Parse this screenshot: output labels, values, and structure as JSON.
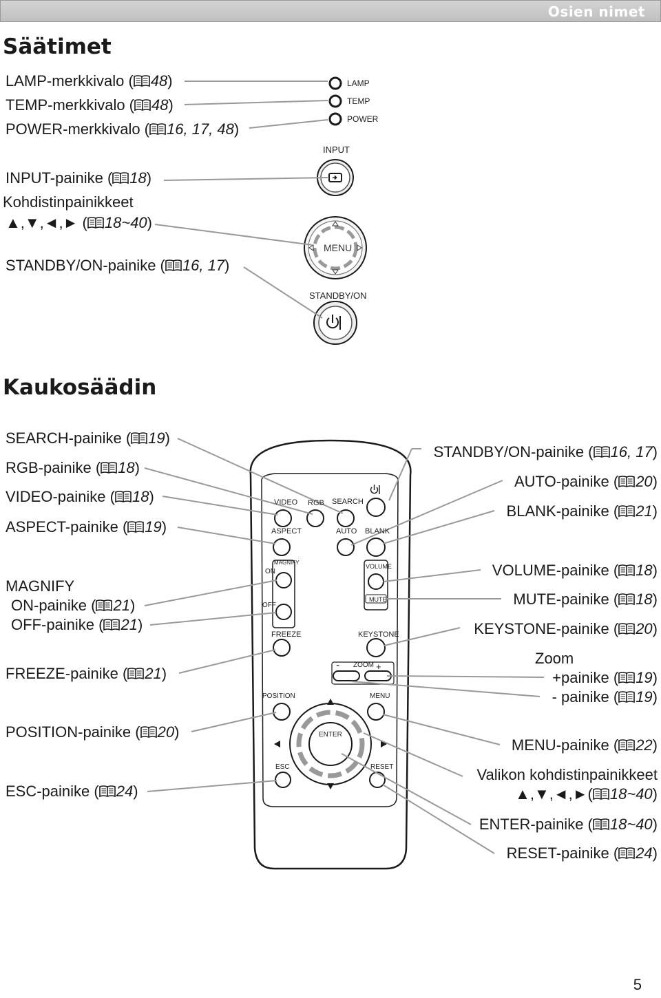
{
  "header": {
    "section": "Osien nimet"
  },
  "controls": {
    "title": "Säätimet",
    "labels": {
      "lamp": {
        "text": "LAMP-merkkivalo (",
        "ref": "48",
        "end": ")"
      },
      "temp": {
        "text": "TEMP-merkkivalo (",
        "ref": "48",
        "end": ")"
      },
      "power": {
        "text": "POWER-merkkivalo (",
        "ref": "16, 17, 48",
        "end": ")"
      },
      "input": {
        "text": "INPUT-painike (",
        "ref": "18",
        "end": ")"
      },
      "cursor_title": "Kohdistinpainikkeet",
      "cursor": {
        "text": "▲,▼,◄,► (",
        "ref": "18~40",
        "end": ")"
      },
      "standby": {
        "text": "STANDBY/ON-painike (",
        "ref": "16, 17",
        "end": ")"
      }
    },
    "panel": {
      "lamp": "LAMP",
      "temp": "TEMP",
      "power": "POWER",
      "input": "INPUT",
      "menu": "MENU",
      "standby": "STANDBY/ON"
    }
  },
  "remote": {
    "title": "Kaukosäädin",
    "left": {
      "search": {
        "text": "SEARCH-painike (",
        "ref": "19",
        "end": ")"
      },
      "rgb": {
        "text": "RGB-painike (",
        "ref": "18",
        "end": ")"
      },
      "video": {
        "text": "VIDEO-painike (",
        "ref": "18",
        "end": ")"
      },
      "aspect": {
        "text": "ASPECT-painike (",
        "ref": "19",
        "end": ")"
      },
      "magnify": "MAGNIFY",
      "on": {
        "text": "ON-painike (",
        "ref": "21",
        "end": ")"
      },
      "off": {
        "text": "OFF-painike (",
        "ref": "21",
        "end": ")"
      },
      "freeze": {
        "text": "FREEZE-painike (",
        "ref": "21",
        "end": ")"
      },
      "position": {
        "text": "POSITION-painike (",
        "ref": "20",
        "end": ")"
      },
      "esc": {
        "text": "ESC-painike (",
        "ref": "24",
        "end": ")"
      }
    },
    "right": {
      "standby": {
        "text": "STANDBY/ON-painike (",
        "ref": "16, 17",
        "end": ")"
      },
      "auto": {
        "text": "AUTO-painike (",
        "ref": "20",
        "end": ")"
      },
      "blank": {
        "text": "BLANK-painike (",
        "ref": "21",
        "end": ")"
      },
      "volume": {
        "text": "VOLUME-painike (",
        "ref": "18",
        "end": ")"
      },
      "mute": {
        "text": "MUTE-painike (",
        "ref": "18",
        "end": ")"
      },
      "keystone": {
        "text": "KEYSTONE-painike (",
        "ref": "20",
        "end": ")"
      },
      "zoom": "Zoom",
      "zoom_plus": {
        "text": "+painike (",
        "ref": "19",
        "end": ")"
      },
      "zoom_minus": {
        "text": "- painike (",
        "ref": "19",
        "end": ")"
      },
      "menu": {
        "text": "MENU-painike (",
        "ref": "22",
        "end": ")"
      },
      "valikon": "Valikon kohdistinpainikkeet",
      "valikon_cursor": {
        "text": "▲,▼,◄,►(",
        "ref": "18~40",
        "end": ")"
      },
      "enter": {
        "text": "ENTER-painike (",
        "ref": "18~40",
        "end": ")"
      },
      "reset": {
        "text": "RESET-painike (",
        "ref": "24",
        "end": ")"
      }
    },
    "device": {
      "video": "VIDEO",
      "rgb": "RGB",
      "search": "SEARCH",
      "aspect": "ASPECT",
      "auto": "AUTO",
      "blank": "BLANK",
      "magnify": "MAGNIFY",
      "on": "ON",
      "off": "OFF",
      "volume": "VOLUME",
      "mute": "MUTE",
      "freeze": "FREEZE",
      "keystone": "KEYSTONE",
      "zoom": "ZOOM",
      "minus": "-",
      "plus": "+",
      "position": "POSITION",
      "menu": "MENU",
      "enter": "ENTER",
      "esc": "ESC",
      "reset": "RESET"
    }
  },
  "page_number": "5"
}
